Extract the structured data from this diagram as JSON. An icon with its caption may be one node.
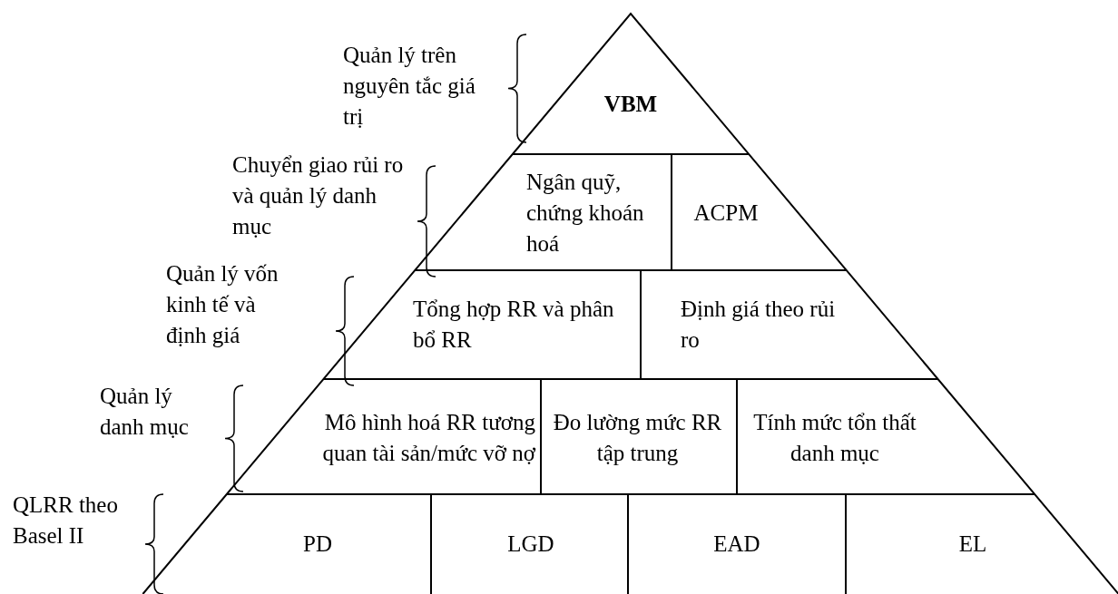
{
  "diagram": {
    "nodes": [
      {
        "text": [
          "VBM"
        ]
      },
      {
        "text": [
          "Ngân quỹ, chứng khoán hoá"
        ]
      },
      {
        "text": [
          "ACPM"
        ]
      },
      {
        "text": [
          "Tổng hợp RR và phân bổ RR"
        ]
      },
      {
        "text": [
          "Định giá theo rủi ro"
        ]
      },
      {
        "text": [
          "Mô hình hoá RR tương quan tài sản/mức vỡ nợ"
        ]
      },
      {
        "text": [
          "Đo lường mức RR tập trung"
        ]
      },
      {
        "text": [
          "Tính mức tổn thất danh mục"
        ]
      },
      {
        "text": [
          "PD"
        ]
      },
      {
        "text": [
          "LGD"
        ]
      },
      {
        "text": [
          "EAD"
        ]
      },
      {
        "text": [
          "EL"
        ]
      }
    ],
    "labels": [
      "Quản lý trên nguyên tắc giá trị",
      "Chuyển giao rủi ro và quản lý danh mục",
      "Quản lý vốn kinh tế và định giá",
      "Quản lý danh mục",
      "QLRR theo Basel II"
    ]
  }
}
